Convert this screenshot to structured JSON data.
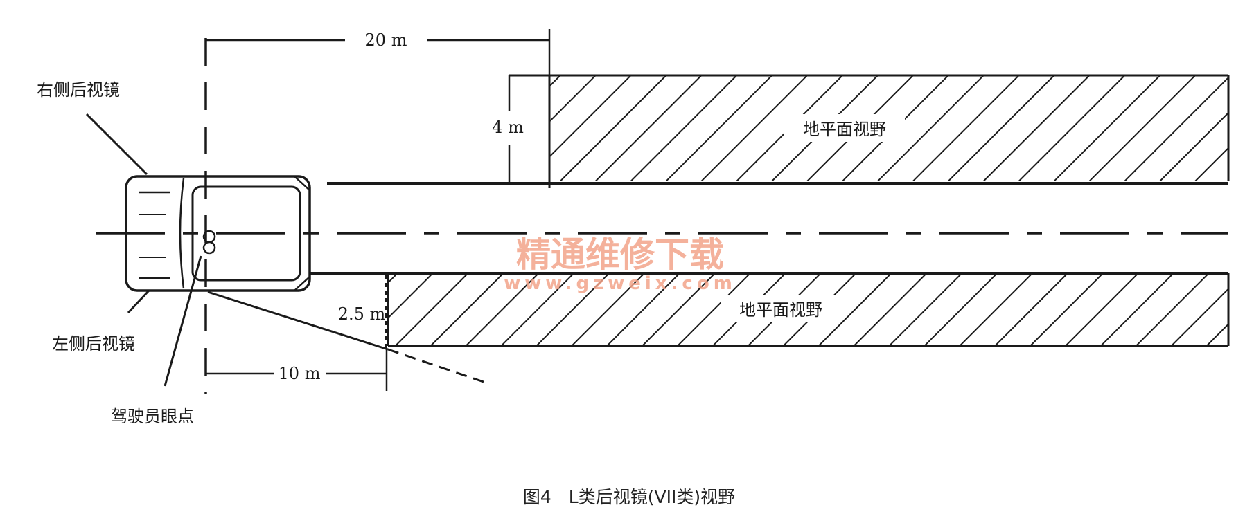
{
  "labels": {
    "right_mirror": "右侧后视镜",
    "left_mirror": "左侧后视镜",
    "driver_eye": "驾驶员眼点",
    "upper_field": "地平面视野",
    "lower_field": "地平面视野"
  },
  "dimensions": {
    "dist_20": "20 m",
    "dist_10": "10 m",
    "width_4": "4 m",
    "width_2_5": "2.5 m"
  },
  "caption": "图4　L类后视镜(VII类)视野",
  "watermark": {
    "title": "精通维修下载",
    "url": "www.gzweix.com"
  },
  "colors": {
    "line": "#1a1a1a",
    "watermark": "#f2a38a"
  }
}
